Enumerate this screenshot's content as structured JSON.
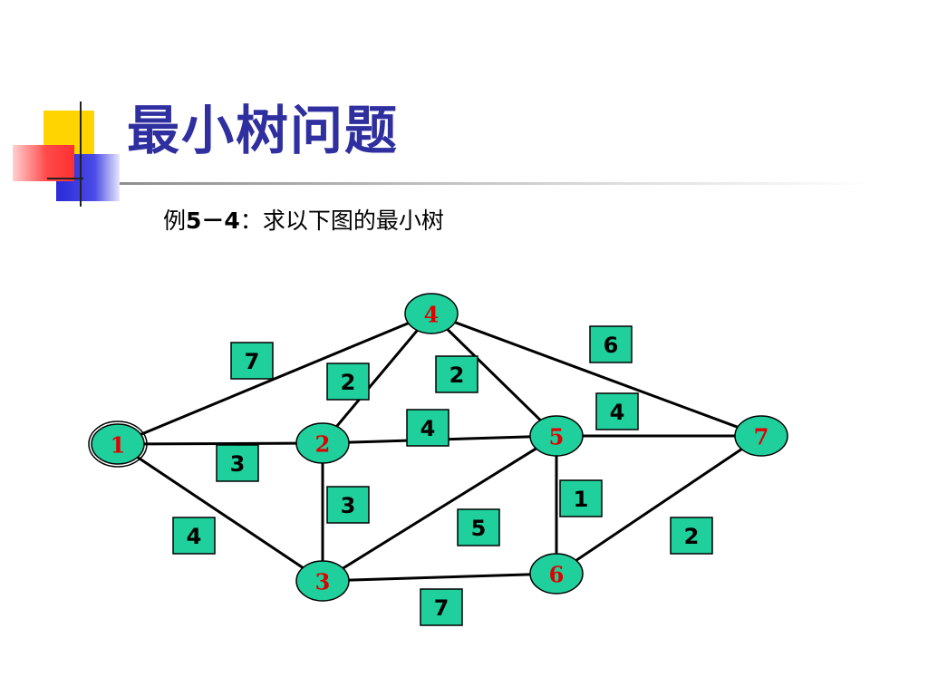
{
  "slide": {
    "title": "最小树问题",
    "subtitle_prefix": "例",
    "subtitle_num": "5－4",
    "subtitle_rest": "：求以下图的最小树"
  },
  "colors": {
    "title": "#2f2fa0",
    "node_fill": "#1fcf9c",
    "node_label": "#e00000",
    "weight_fill": "#1fcf9c"
  },
  "graph": {
    "nodes": [
      {
        "id": "1",
        "label": "1"
      },
      {
        "id": "2",
        "label": "2"
      },
      {
        "id": "3",
        "label": "3"
      },
      {
        "id": "4",
        "label": "4"
      },
      {
        "id": "5",
        "label": "5"
      },
      {
        "id": "6",
        "label": "6"
      },
      {
        "id": "7",
        "label": "7"
      }
    ],
    "edges": [
      {
        "from": "1",
        "to": "4",
        "weight": "7"
      },
      {
        "from": "1",
        "to": "2",
        "weight": "3"
      },
      {
        "from": "1",
        "to": "3",
        "weight": "4"
      },
      {
        "from": "2",
        "to": "4",
        "weight": "2"
      },
      {
        "from": "2",
        "to": "5",
        "weight": "4"
      },
      {
        "from": "2",
        "to": "3",
        "weight": "3"
      },
      {
        "from": "4",
        "to": "5",
        "weight": "2"
      },
      {
        "from": "4",
        "to": "7",
        "weight": "6"
      },
      {
        "from": "5",
        "to": "7",
        "weight": "4"
      },
      {
        "from": "5",
        "to": "3",
        "weight": "5"
      },
      {
        "from": "5",
        "to": "6",
        "weight": "1"
      },
      {
        "from": "3",
        "to": "6",
        "weight": "7"
      },
      {
        "from": "6",
        "to": "7",
        "weight": "2"
      }
    ]
  }
}
